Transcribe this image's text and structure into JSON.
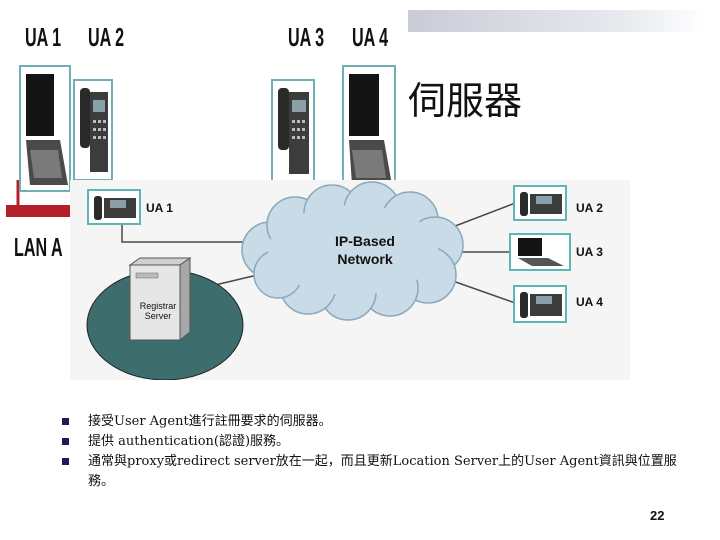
{
  "slide": {
    "title": "伺服器",
    "page_number": "22"
  },
  "top_figure": {
    "devices": [
      {
        "label": "UA 1"
      },
      {
        "label": "UA 2"
      },
      {
        "label": "UA 3"
      },
      {
        "label": "UA 4"
      }
    ],
    "lan_label": "LAN A"
  },
  "diagram": {
    "cloud_label": "IP-Based\nNetwork",
    "server_label": "Registrar\nServer",
    "endpoints": [
      {
        "label": "UA 1"
      },
      {
        "label": "UA 2"
      },
      {
        "label": "UA 3"
      },
      {
        "label": "UA 4"
      }
    ]
  },
  "bullets": [
    "接受User Agent進行註冊要求的伺服器。",
    "提供 authentication(認證)服務。",
    "通常與proxy或redirect server放在一起，而且更新Location Server上的User Agent資訊與位置服務。"
  ]
}
